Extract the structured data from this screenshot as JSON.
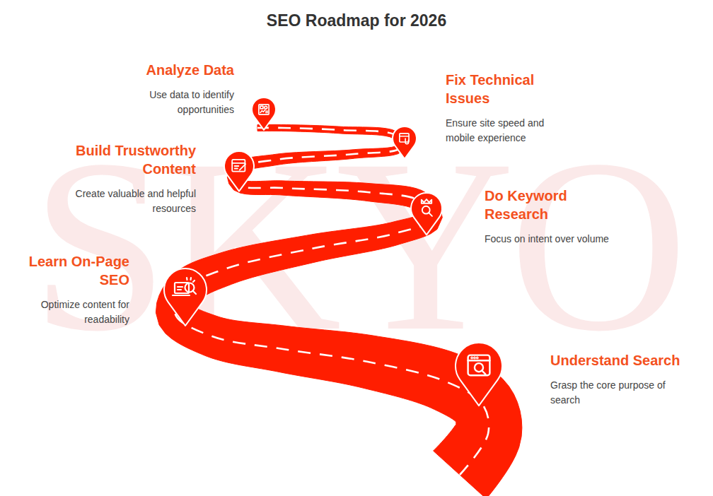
{
  "diagram": {
    "title": "SEO Roadmap for 2026",
    "nodes": [
      {
        "text": [
          "Understand Search",
          "Grasp the core purpose of search"
        ]
      },
      {
        "text": [
          "Learn On-Page SEO",
          "Optimize content for readability"
        ]
      },
      {
        "text": [
          "Do Keyword Research",
          "Focus on intent over volume"
        ]
      },
      {
        "text": [
          "Build Trustworthy Content",
          "Create valuable and helpful resources"
        ]
      },
      {
        "text": [
          "Fix Technical Issues",
          "Ensure site speed and mobile experience"
        ]
      },
      {
        "text": [
          "Analyze Data",
          "Use data to identify opportunities"
        ]
      }
    ],
    "labels": [
      "SKYO"
    ]
  }
}
